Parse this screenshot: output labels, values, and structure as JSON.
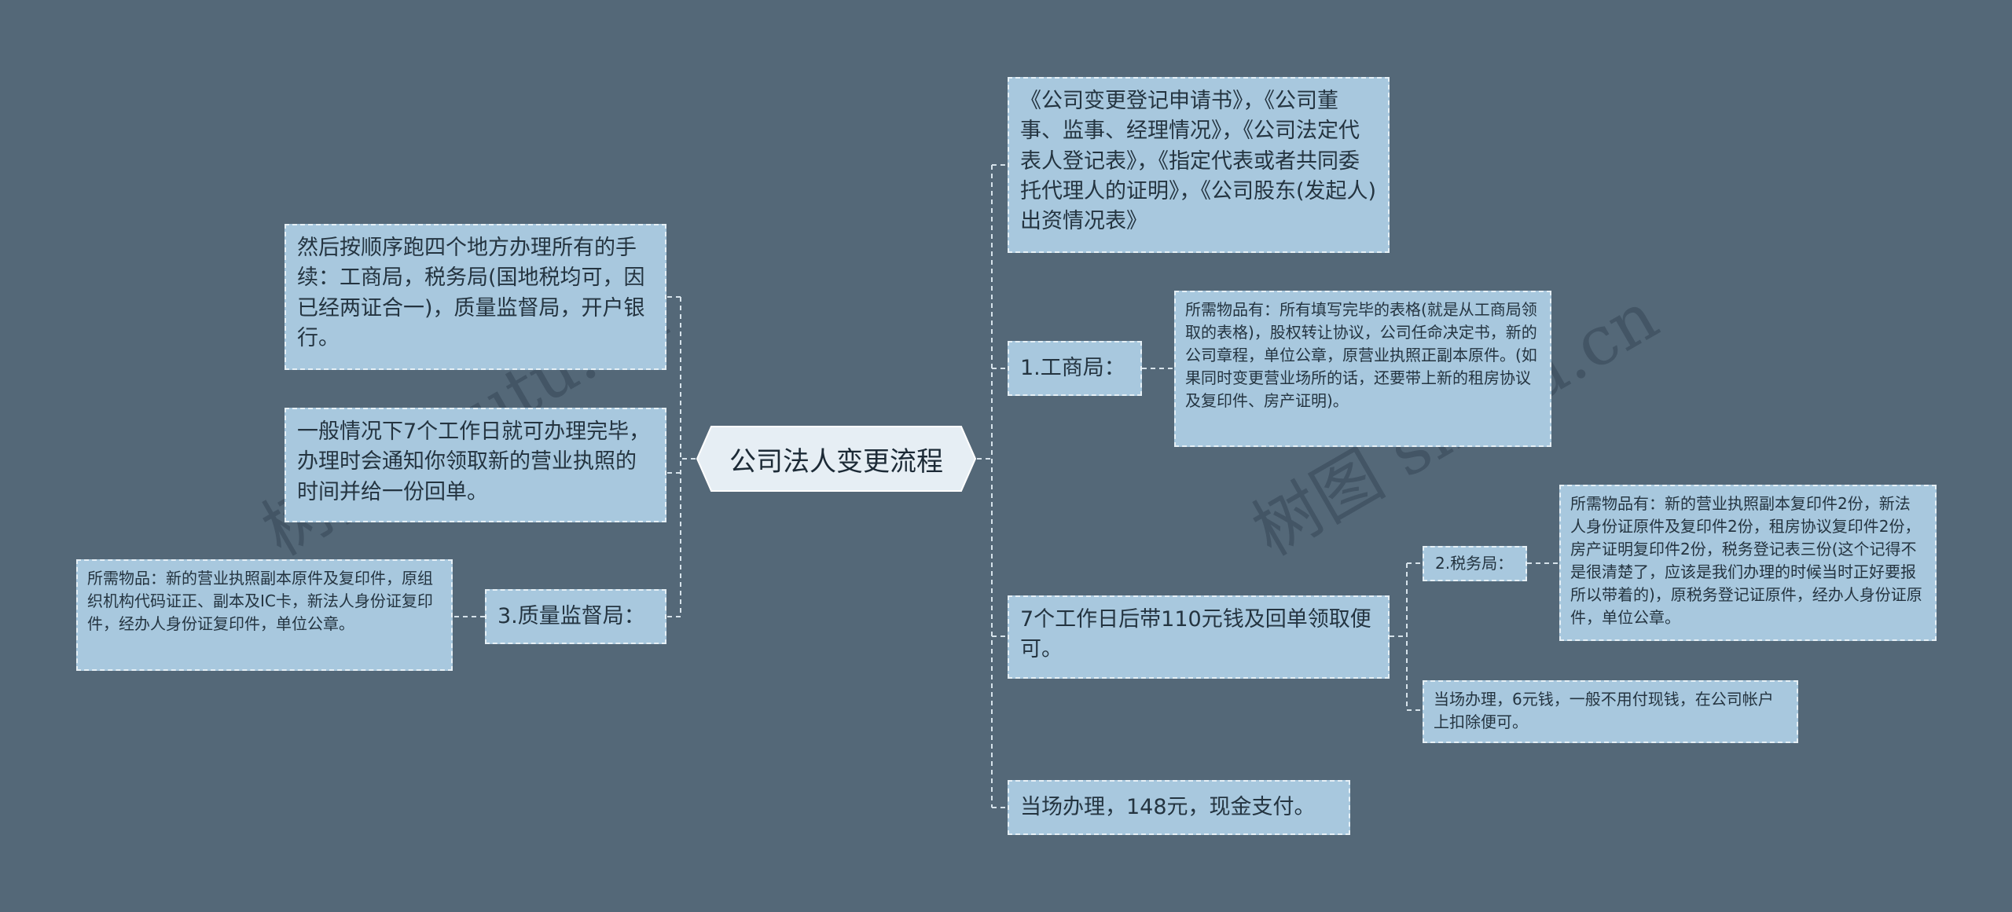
{
  "root": {
    "label": "公司法人变更流程"
  },
  "watermark": {
    "text": "树图 shutu.cn"
  },
  "left": {
    "step_order": "然后按顺序跑四个地方办理所有的手续：工商局，税务局(国地税均可，因已经两证合一)，质量监督局，开户银行。",
    "duration": "一般情况下7个工作日就可办理完毕，办理时会通知你领取新的营业执照的时间并给一份回单。",
    "quality_bureau": {
      "label": "3.质量监督局：",
      "materials": "所需物品：新的营业执照副本原件及复印件，原组织机构代码证正、副本及IC卡，新法人身份证复印件，经办人身份证复印件，单位公章。"
    }
  },
  "right": {
    "forms": "《公司变更登记申请书》，《公司董事、监事、经理情况》，《公司法定代表人登记表》，《指定代表或者共同委托代理人的证明》，《公司股东(发起人)出资情况表》",
    "industry_bureau": {
      "label": "1.工商局：",
      "materials": "所需物品有：所有填写完毕的表格(就是从工商局领取的表格)，股权转让协议，公司任命决定书，新的公司章程，单位公章，原营业执照正副本原件。(如果同时变更营业场所的话，还要带上新的租房协议及复印件、房产证明)。"
    },
    "pickup": {
      "label": "7个工作日后带110元钱及回单领取便可。",
      "tax_bureau": {
        "label": "2.税务局：",
        "materials": "所需物品有：新的营业执照副本复印件2份，新法人身份证原件及复印件2份，租房协议复印件2份，房产证明复印件2份，税务登记表三份(这个记得不是很清楚了，应该是我们办理的时候当时正好要报所以带着的)，原税务登记证原件，经办人身份证原件，单位公章。"
      },
      "tax_fee": "当场办理，6元钱，一般不用付现钱，在公司帐户上扣除便可。"
    },
    "onsite": "当场办理，148元，现金支付。"
  },
  "colors": {
    "background": "#546878",
    "node_fill": "#a8c8de",
    "node_border": "#e6f0f6",
    "link": "#d6e2ea",
    "text": "#243440"
  }
}
